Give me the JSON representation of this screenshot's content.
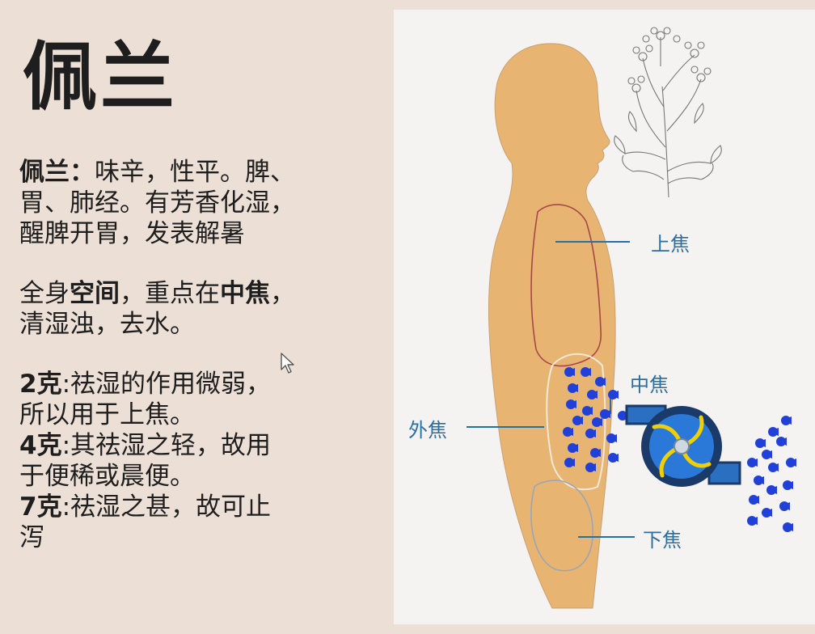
{
  "title": "佩兰",
  "description": {
    "lead": "佩兰：",
    "line1_rest": "味辛，性平。脾、",
    "line2": "胃、肺经。有芳香化湿，",
    "line3": "醒脾开胃，发表解暑"
  },
  "focus": {
    "part1": "全身",
    "bold1": "空间",
    "part2": "，重点在",
    "bold2": "中焦",
    "part3": "，",
    "line2": "清湿浊，去水。"
  },
  "dosage": [
    {
      "amount": "2克",
      "line1": ":祛湿的作用微弱，",
      "line2": "所以用于上焦。"
    },
    {
      "amount": "4克",
      "line1": ":其祛湿之轻，故用",
      "line2": "于便稀或晨便。"
    },
    {
      "amount": "7克",
      "line1": ":祛湿之甚，故可止",
      "line2": "泻"
    }
  ],
  "diagram_labels": {
    "upper": "上焦",
    "middle": "中焦",
    "outer": "外焦",
    "lower": "下焦"
  },
  "colors": {
    "body": "#e8b472",
    "label": "#2a6fa3",
    "droplet": "#2040d8",
    "pump_casing": "#1a3a6a"
  },
  "icons": [
    "mouse-cursor-icon",
    "plant-illustration",
    "pump-icon",
    "water-droplet-icon"
  ]
}
